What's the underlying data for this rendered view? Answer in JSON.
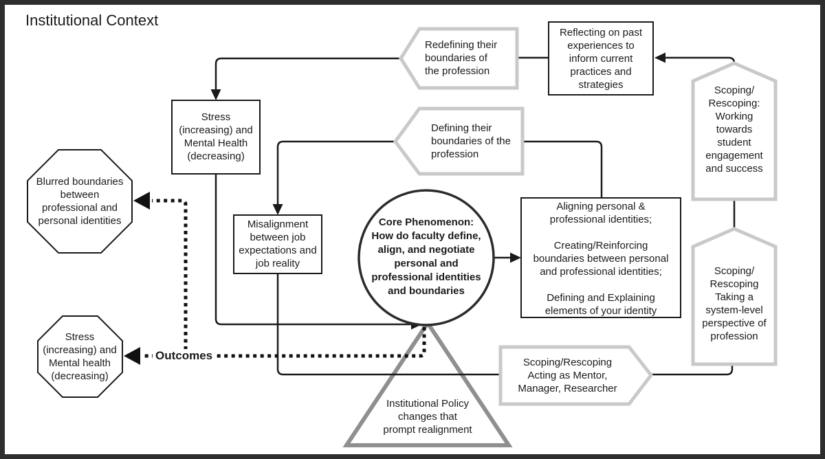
{
  "title": "Institutional Context",
  "labels": {
    "outcomes": "Outcomes"
  },
  "nodes": {
    "redefining": "Redefining their\nboundaries of\nthe profession",
    "reflecting": "Reflecting on past\nexperiences to\ninform current\npractices and\nstrategies",
    "scoping_student": "Scoping/\nRescoping:\nWorking\ntowards\nstudent\nengagement\nand success",
    "stress_box": "Stress\n(increasing) and\nMental Health\n(decreasing)",
    "defining": "Defining their\nboundaries of the\nprofession",
    "misalignment": "Misalignment\nbetween job\nexpectations and\njob reality",
    "core_phenomenon": "Core Phenomenon:\nHow do faculty define,\nalign, and negotiate\npersonal and\nprofessional identities\nand boundaries",
    "aligning": "Aligning personal &\nprofessional identities;\n\nCreating/Reinforcing\nboundaries between personal\nand professional identities;\n\nDefining and Explaining\nelements of your identity",
    "scoping_system": "Scoping/\nRescoping\nTaking a\nsystem-level\nperspective of\nprofession",
    "blurred_octagon": "Blurred boundaries\nbetween\nprofessional and\npersonal identities",
    "stress_octagon": "Stress\n(increasing) and\nMental health\n(decreasing)",
    "scoping_mentor": "Scoping/Rescoping\nActing as Mentor,\nManager, Researcher",
    "policy_triangle": "Institutional Policy\nchanges that\nprompt realignment"
  },
  "colors": {
    "frame": "#2e2e2e",
    "line": "#1a1a1a",
    "gray_border": "#c9c9c9",
    "triangle_border": "#8f8f8f",
    "background": "#ffffff",
    "text": "#1a1a1a"
  }
}
